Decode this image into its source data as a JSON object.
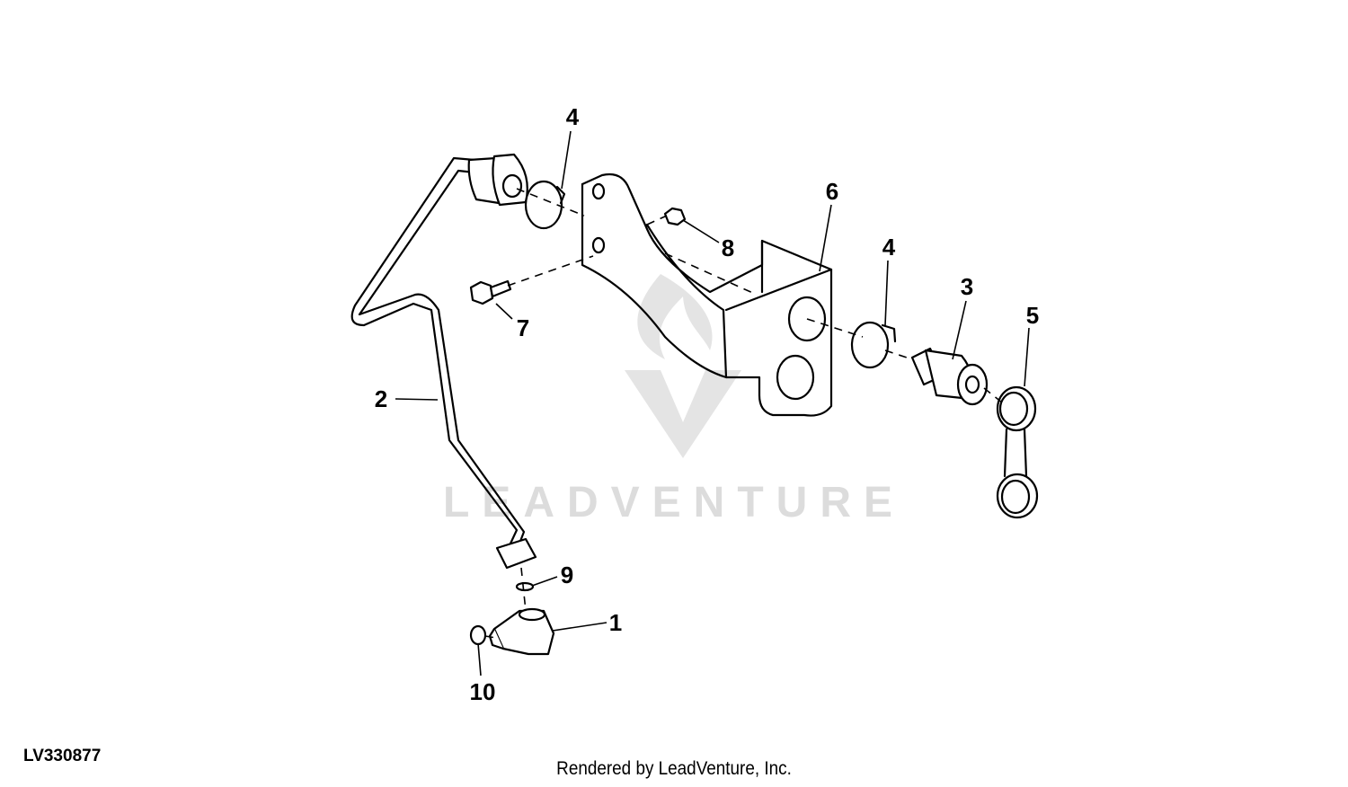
{
  "diagram": {
    "id_label": "LV330877",
    "credit": "Rendered by LeadVenture, Inc.",
    "watermark_text": "LEADVENTURE",
    "callouts": {
      "c1": "1",
      "c2": "2",
      "c3": "3",
      "c4a": "4",
      "c4b": "4",
      "c5": "5",
      "c6": "6",
      "c7": "7",
      "c8": "8",
      "c9": "9",
      "c10": "10"
    }
  }
}
